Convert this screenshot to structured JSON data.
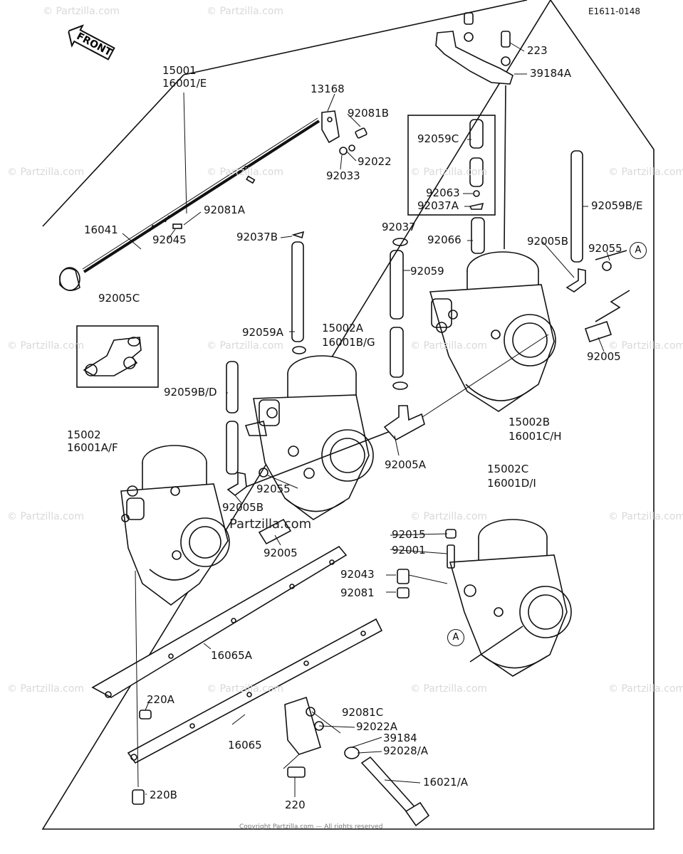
{
  "diagram_code": "E1611-0148",
  "front_label": "FRONT",
  "watermark": "© Partzilla.com",
  "center_watermark": "Partzilla.com",
  "footer_copyright": "Copyright Partzilla.com — All rights reserved",
  "callout_letter": "A",
  "labels": {
    "l15001": "15001",
    "l16001E": "16001/E",
    "l13168": "13168",
    "l92081B": "92081B",
    "l92022": "92022",
    "l92033": "92033",
    "l92081A": "92081A",
    "l16041": "16041",
    "l92045": "92045",
    "l92005C": "92005C",
    "l92037B": "92037B",
    "l92059A": "92059A",
    "l15002A": "15002A",
    "l16001BG": "16001B/G",
    "l92037": "92037",
    "l92059": "92059",
    "l92059BD": "92059B/D",
    "l15002": "15002",
    "l16001AF": "16001A/F",
    "l92055_left": "92055",
    "l92005B_left": "92005B",
    "l92005_left": "92005",
    "l92005A": "92005A",
    "l223": "223",
    "l39184A": "39184A",
    "l92059C": "92059C",
    "l92063": "92063",
    "l92037A": "92037A",
    "l92059BE": "92059B/E",
    "l92066": "92066",
    "l92005B_right": "92005B",
    "l92055_right": "92055",
    "l92005_right": "92005",
    "l15002B": "15002B",
    "l16001CH": "16001C/H",
    "l15002C": "15002C",
    "l16001DI": "16001D/I",
    "l92015": "92015",
    "l92001": "92001",
    "l92043": "92043",
    "l92081": "92081",
    "l16065A": "16065A",
    "l220A": "220A",
    "l16065": "16065",
    "l92081C": "92081C",
    "l92022A": "92022A",
    "l39184": "39184",
    "l92028A": "92028/A",
    "l16021A": "16021/A",
    "l220B": "220B",
    "l220": "220"
  }
}
